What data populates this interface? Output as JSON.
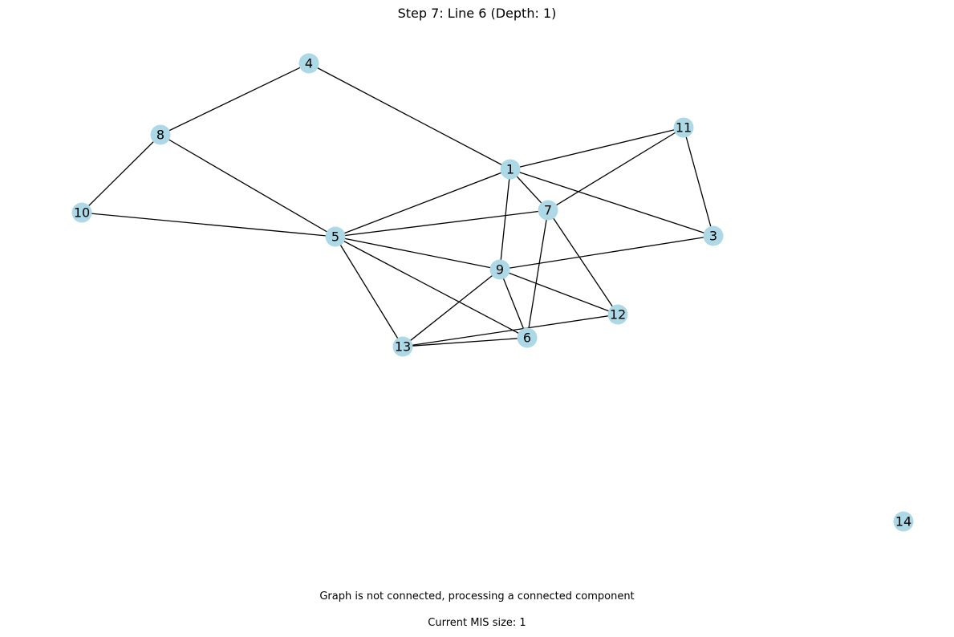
{
  "title": "Step 7: Line 6 (Depth: 1)",
  "status_text": "Graph is not connected, processing a connected component",
  "mis_text": "Current MIS size: 1",
  "colors": {
    "node_fill": "#add8e6",
    "edge": "#000000",
    "background": "#ffffff"
  },
  "nodes": [
    {
      "id": "1",
      "label": "1"
    },
    {
      "id": "3",
      "label": "3"
    },
    {
      "id": "4",
      "label": "4"
    },
    {
      "id": "5",
      "label": "5"
    },
    {
      "id": "6",
      "label": "6"
    },
    {
      "id": "7",
      "label": "7"
    },
    {
      "id": "8",
      "label": "8"
    },
    {
      "id": "9",
      "label": "9"
    },
    {
      "id": "10",
      "label": "10"
    },
    {
      "id": "11",
      "label": "11"
    },
    {
      "id": "12",
      "label": "12"
    },
    {
      "id": "13",
      "label": "13"
    },
    {
      "id": "14",
      "label": "14"
    }
  ],
  "edges": [
    [
      "4",
      "8"
    ],
    [
      "4",
      "1"
    ],
    [
      "8",
      "10"
    ],
    [
      "8",
      "5"
    ],
    [
      "10",
      "5"
    ],
    [
      "1",
      "11"
    ],
    [
      "1",
      "5"
    ],
    [
      "1",
      "7"
    ],
    [
      "1",
      "9"
    ],
    [
      "1",
      "3"
    ],
    [
      "11",
      "7"
    ],
    [
      "11",
      "3"
    ],
    [
      "5",
      "7"
    ],
    [
      "5",
      "9"
    ],
    [
      "5",
      "6"
    ],
    [
      "5",
      "13"
    ],
    [
      "7",
      "6"
    ],
    [
      "7",
      "12"
    ],
    [
      "9",
      "3"
    ],
    [
      "9",
      "12"
    ],
    [
      "9",
      "6"
    ],
    [
      "9",
      "13"
    ],
    [
      "13",
      "12"
    ],
    [
      "13",
      "6"
    ]
  ]
}
